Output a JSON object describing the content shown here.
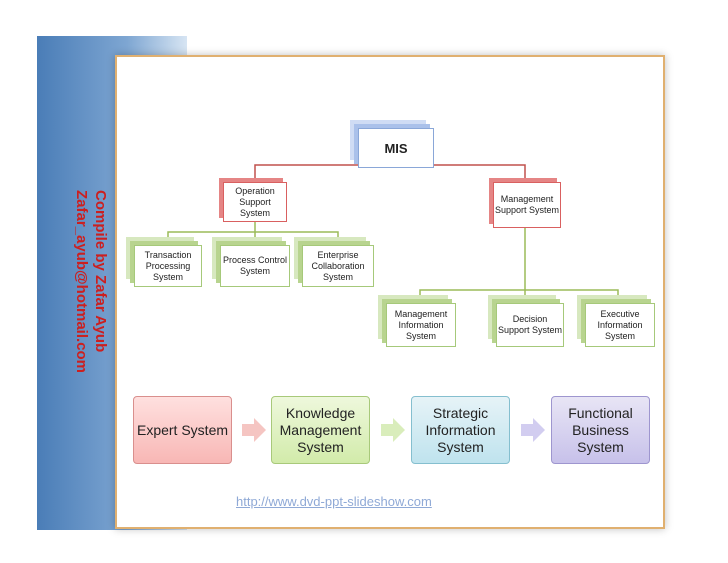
{
  "sidebar": {
    "line1": "Compile by Zafar Ayub",
    "line2": "Zafar_ayub@hotmail.com"
  },
  "org_chart": {
    "root": "MIS",
    "operation_support": "Operation Support System",
    "management_support": "Management Support System",
    "tps": "Transaction Processing System",
    "pcs": "Process Control System",
    "ecs": "Enterprise Collaboration System",
    "mis_info": "Management Information System",
    "dss": "Decision Support System",
    "eis": "Executive Information System"
  },
  "flow": [
    "Expert System",
    "Knowledge Management System",
    "Strategic Information System",
    "Functional Business System"
  ],
  "footer_url": "http://www.dvd-ppt-slideshow.com",
  "colors": {
    "red": "#c0504d",
    "green": "#9bbb59",
    "sidebar_blue": "#4a7db7"
  }
}
